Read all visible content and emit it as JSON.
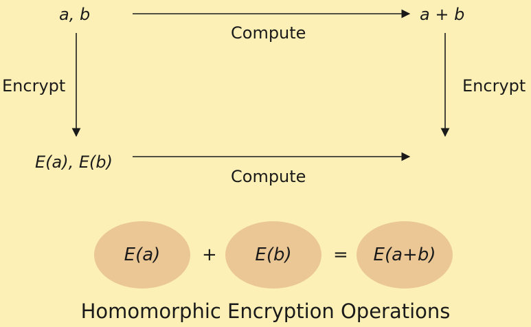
{
  "diagram": {
    "plain_inputs": "a, b",
    "plain_result": "a + b",
    "cipher_inputs": "E(a), E(b)",
    "compute_top": "Compute",
    "compute_bottom": "Compute",
    "encrypt_left": "Encrypt",
    "encrypt_right": "Encrypt"
  },
  "equation": {
    "term1": "E(a)",
    "plus": "+",
    "term2": "E(b)",
    "equals": "=",
    "result": "E(a+b)"
  },
  "caption": "Homomorphic Encryption Operations",
  "colors": {
    "background": "#fcf0b6",
    "oval_fill": "#ebc796",
    "ink": "#1a1a1a"
  }
}
